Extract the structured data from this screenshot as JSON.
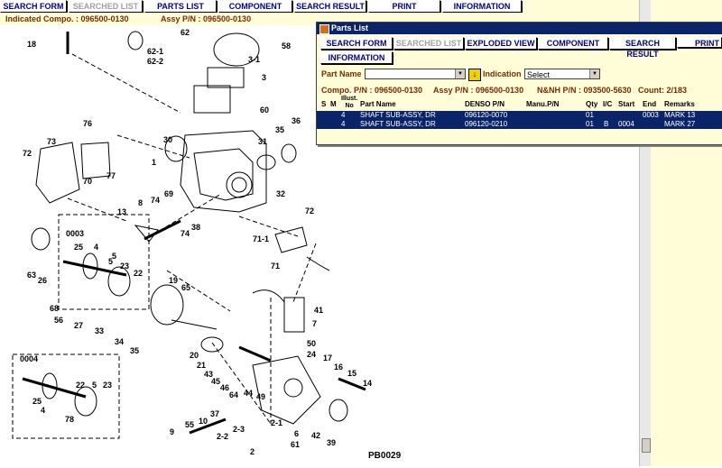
{
  "nav": {
    "buttons": [
      {
        "label": "SEARCH FORM",
        "enabled": true
      },
      {
        "label": "SEARCHED LIST",
        "enabled": false
      },
      {
        "label": "PARTS LIST",
        "enabled": true
      },
      {
        "label": "COMPONENT",
        "enabled": true
      },
      {
        "label": "SEARCH RESULT",
        "enabled": true
      },
      {
        "label": "PRINT",
        "enabled": true
      },
      {
        "label": "INFORMATION",
        "enabled": true
      }
    ]
  },
  "info": {
    "indicated_label": "Indicated Compo. : 096500-0130",
    "assy_label": "Assy P/N : 096500-0130"
  },
  "diagram": {
    "footer_code": "PB0029",
    "callouts": [
      "18",
      "62",
      "62-1",
      "62-2",
      "58",
      "3-1",
      "3",
      "60",
      "76",
      "73",
      "30",
      "1",
      "31",
      "35",
      "36",
      "72",
      "70",
      "77",
      "13",
      "8",
      "74",
      "69",
      "38",
      "32",
      "72",
      "71-1",
      "71",
      "74",
      "0003",
      "25",
      "4",
      "63",
      "26",
      "5",
      "23",
      "22",
      "19",
      "65",
      "5",
      "68",
      "56",
      "27",
      "33",
      "34",
      "35",
      "41",
      "7",
      "50",
      "24",
      "20",
      "21",
      "43",
      "45",
      "46",
      "64",
      "44",
      "49",
      "17",
      "16",
      "15",
      "14",
      "0004",
      "25",
      "4",
      "22",
      "78",
      "5",
      "23",
      "55",
      "10",
      "37",
      "9",
      "2-2",
      "2-3",
      "2",
      "2-1",
      "6",
      "61",
      "42",
      "39"
    ]
  },
  "popup": {
    "title": "Parts List",
    "tabs": [
      {
        "label": "SEARCH FORM",
        "enabled": true
      },
      {
        "label": "SEARCHED LIST",
        "enabled": false
      },
      {
        "label": "EXPLODED VIEW",
        "enabled": true
      },
      {
        "label": "COMPONENT",
        "enabled": true
      },
      {
        "label": "SEARCH RESULT",
        "enabled": true
      },
      {
        "label": "PRINT",
        "enabled": true
      },
      {
        "label": "INFORMATION",
        "enabled": true
      }
    ],
    "part_name_label": "Part Name",
    "part_name_value": "",
    "go_symbol": "↓",
    "indication_label": "Indication",
    "indication_value": "Select",
    "compo_label": "Compo. P/N : 096500-0130",
    "assy_label": "Assy P/N : 096500-0130",
    "nnh_label": "N&NH P/N : 093500-5630",
    "count_label": "Count: 2/183",
    "columns": {
      "s": "S",
      "m": "M",
      "illust": "Illust.\nNo",
      "part_name": "Part Name",
      "denso": "DENSO P/N",
      "manu": "Manu.P/N",
      "qty": "Qty",
      "ic": "I/C",
      "start": "Start",
      "end": "End",
      "remarks": "Remarks"
    },
    "rows": [
      {
        "illust": "4",
        "part_name": "SHAFT SUB-ASSY, DR",
        "denso": "096120-0070",
        "manu": "",
        "qty": "01",
        "ic": "",
        "start": "",
        "end": "0003",
        "remarks": "MARK 13"
      },
      {
        "illust": "4",
        "part_name": "SHAFT SUB-ASSY, DR",
        "denso": "096120-0210",
        "manu": "",
        "qty": "01",
        "ic": "B",
        "start": "0004",
        "end": "",
        "remarks": "MARK 27"
      }
    ]
  }
}
